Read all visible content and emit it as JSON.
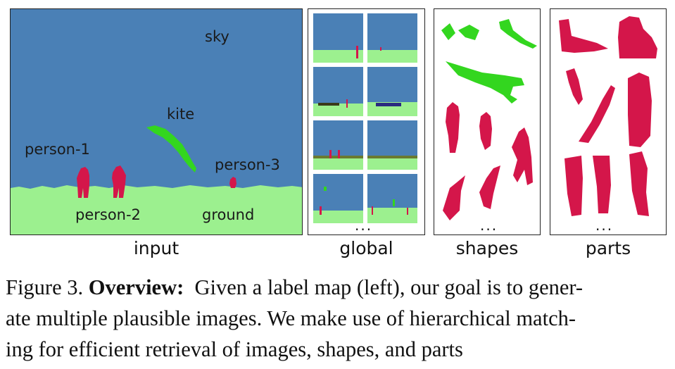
{
  "figure": {
    "input_labels": {
      "sky": "sky",
      "kite": "kite",
      "person1": "person-1",
      "person2": "person-2",
      "person3": "person-3",
      "ground": "ground"
    },
    "panel_captions": {
      "input": "input",
      "global": "global",
      "shapes": "shapes",
      "parts": "parts"
    },
    "ellipsis": "...",
    "colors": {
      "sky": "#4a80b6",
      "ground": "#9cf08f",
      "person": "#d4164a",
      "kite": "#33d61f"
    }
  },
  "caption": {
    "prefix": "Figure 3. ",
    "title": "Overview:",
    "line1": "  Given a label map (left), our goal is to gener-",
    "line2": "ate multiple plausible images. We make use of hierarchical match-",
    "line3": "ing for efficient retrieval of images, shapes, and parts"
  }
}
